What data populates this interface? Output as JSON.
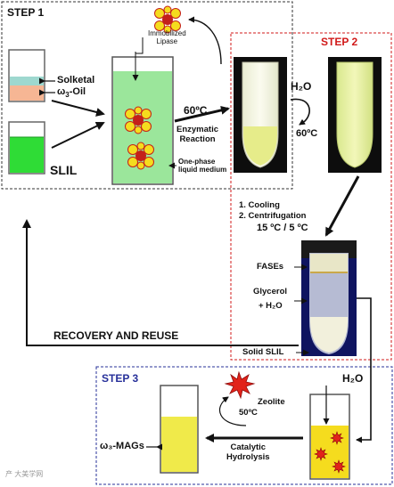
{
  "step1": {
    "title": "STEP 1"
  },
  "step2": {
    "title": "STEP 2"
  },
  "step3": {
    "title": "STEP 3"
  },
  "labels": {
    "solketal": "Solketal",
    "omega_oil_prefix": "ω",
    "omega_oil_sub": "3",
    "omega_oil_suffix": "-Oil",
    "slil": "SLIL",
    "immobilized_lipase": "Immobilized\nLipase",
    "temp_60": "60ºC",
    "enzymatic_reaction": "Enzymatic\nReaction",
    "one_phase": "One-phase\nliquid medium",
    "h2o_top": "H₂O",
    "temp_60_2": "60ºC",
    "cooling": "1. Cooling",
    "centrifugation": "2. Centrifugation",
    "temps": "15 ºC / 5 ºC",
    "fases": "FASEs",
    "glycerol": "Glycerol",
    "plus_h2o": "+ H₂O",
    "solid_slil": "Solid SLIL",
    "recovery": "RECOVERY AND REUSE",
    "zeolite": "Zeolite",
    "temp_50": "50ºC",
    "catalytic": "Catalytic\nHydrolysis",
    "omega_mags": "ω₃-MAGs",
    "h2o_step3": "H₂O",
    "watermark": "产 大美学网"
  },
  "colors": {
    "step2_border": "#d11a1a",
    "step3_border": "#27309a",
    "slil_green": "#2fdc36",
    "reactor_green": "#9be69b",
    "lipase_yellow": "#f5dc1e",
    "lipase_red": "#c4201a",
    "zeolite_red": "#e2231a",
    "mags_yellow": "#f0ea4a",
    "oil_orange": "#f6b694",
    "solketal_teal": "#9ed8cf"
  }
}
